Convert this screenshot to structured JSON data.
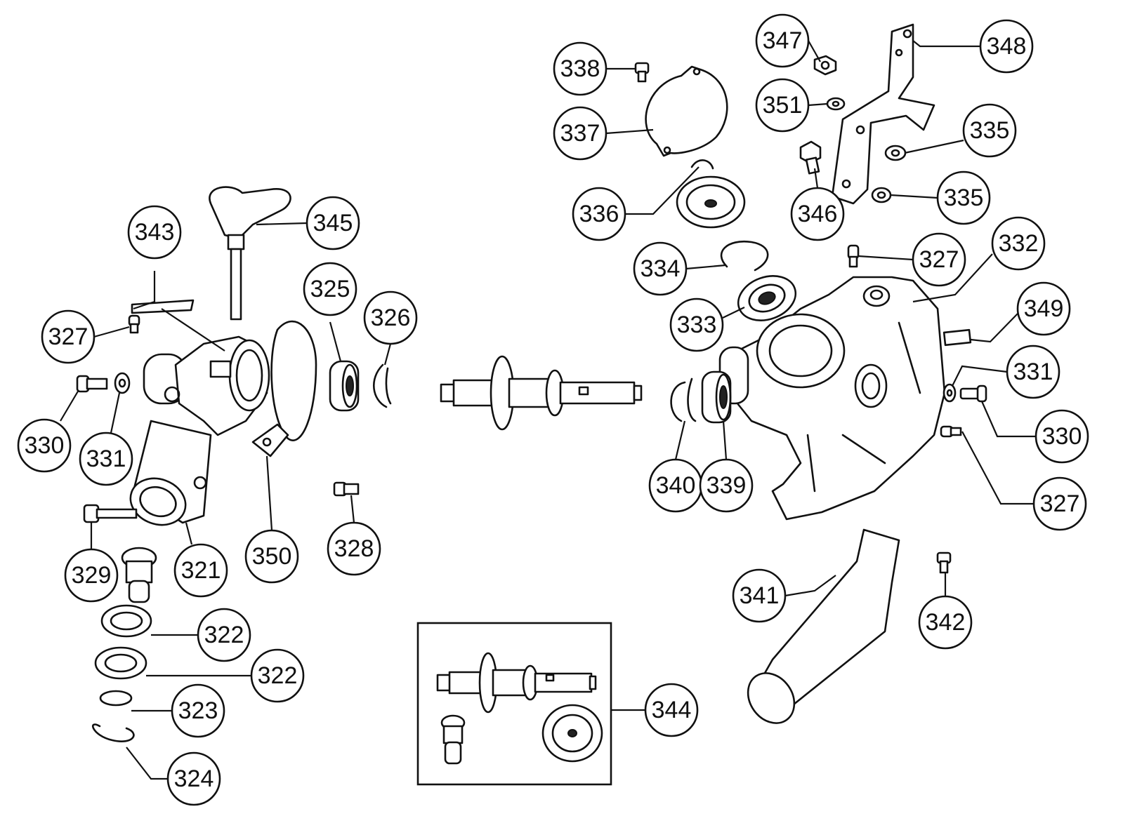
{
  "callouts": [
    {
      "id": "c338",
      "label": "338"
    },
    {
      "id": "c337",
      "label": "337"
    },
    {
      "id": "c336",
      "label": "336"
    },
    {
      "id": "c347",
      "label": "347"
    },
    {
      "id": "c348",
      "label": "348"
    },
    {
      "id": "c351",
      "label": "351"
    },
    {
      "id": "c335a",
      "label": "335"
    },
    {
      "id": "c335b",
      "label": "335"
    },
    {
      "id": "c346",
      "label": "346"
    },
    {
      "id": "c334",
      "label": "334"
    },
    {
      "id": "c333",
      "label": "333"
    },
    {
      "id": "c327c",
      "label": "327"
    },
    {
      "id": "c332",
      "label": "332"
    },
    {
      "id": "c349",
      "label": "349"
    },
    {
      "id": "c331b",
      "label": "331"
    },
    {
      "id": "c330b",
      "label": "330"
    },
    {
      "id": "c327d",
      "label": "327"
    },
    {
      "id": "c340",
      "label": "340"
    },
    {
      "id": "c339",
      "label": "339"
    },
    {
      "id": "c341",
      "label": "341"
    },
    {
      "id": "c342",
      "label": "342"
    },
    {
      "id": "c343",
      "label": "343"
    },
    {
      "id": "c345",
      "label": "345"
    },
    {
      "id": "c325",
      "label": "325"
    },
    {
      "id": "c326",
      "label": "326"
    },
    {
      "id": "c327a",
      "label": "327"
    },
    {
      "id": "c330a",
      "label": "330"
    },
    {
      "id": "c331a",
      "label": "331"
    },
    {
      "id": "c329",
      "label": "329"
    },
    {
      "id": "c321",
      "label": "321"
    },
    {
      "id": "c350",
      "label": "350"
    },
    {
      "id": "c328",
      "label": "328"
    },
    {
      "id": "c322a",
      "label": "322"
    },
    {
      "id": "c322b",
      "label": "322"
    },
    {
      "id": "c323",
      "label": "323"
    },
    {
      "id": "c324",
      "label": "324"
    },
    {
      "id": "c344",
      "label": "344"
    }
  ]
}
